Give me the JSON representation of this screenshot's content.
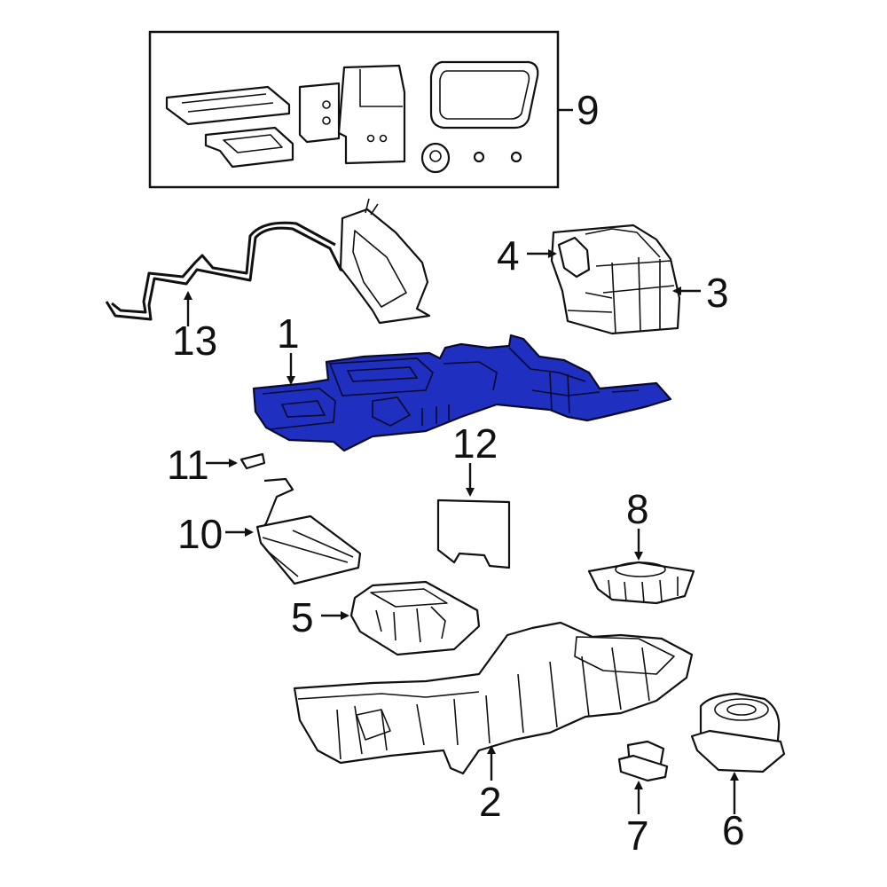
{
  "diagram": {
    "highlight_color": "#1f2fbf",
    "highlighted_part": "1",
    "callouts": {
      "c1": "1",
      "c2": "2",
      "c3": "3",
      "c4": "4",
      "c5": "5",
      "c6": "6",
      "c7": "7",
      "c8": "8",
      "c9": "9",
      "c10": "10",
      "c11": "11",
      "c12": "12",
      "c13": "13"
    }
  }
}
